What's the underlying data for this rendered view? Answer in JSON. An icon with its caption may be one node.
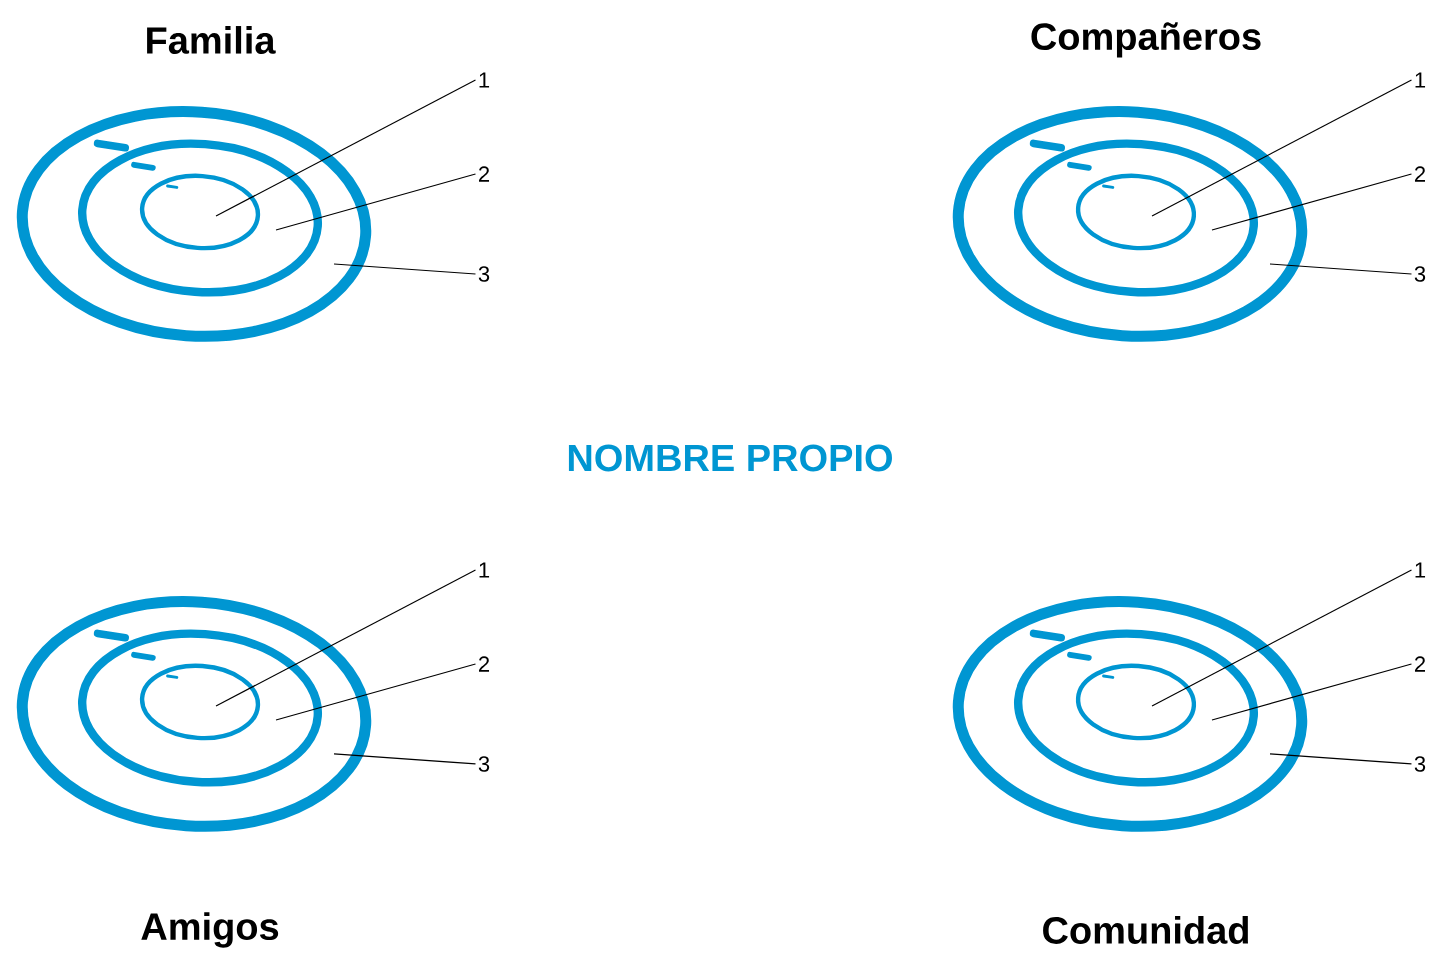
{
  "diagram": {
    "title": "NOMBRE PROPIO",
    "nodes": [
      {
        "text": [
          "Familia"
        ]
      },
      {
        "text": [],
        "shape": "circle",
        "in": 0
      },
      {
        "text": [],
        "shape": "circle",
        "in": 1
      },
      {
        "text": [
          "1"
        ]
      },
      {
        "text": [
          "2"
        ]
      },
      {
        "text": [
          "3"
        ]
      },
      {
        "text": [
          "Compañeros"
        ]
      },
      {
        "text": [],
        "shape": "circle",
        "in": 6
      },
      {
        "text": [],
        "shape": "circle",
        "in": 7
      },
      {
        "text": [
          "1"
        ]
      },
      {
        "text": [
          "2"
        ]
      },
      {
        "text": [
          "3"
        ]
      },
      {
        "text": [
          "Amigos"
        ]
      },
      {
        "text": [],
        "shape": "circle",
        "in": 12
      },
      {
        "text": [],
        "shape": "circle",
        "in": 13
      },
      {
        "text": [
          "1"
        ]
      },
      {
        "text": [
          "2"
        ]
      },
      {
        "text": [
          "3"
        ]
      },
      {
        "text": [
          "Comunidad"
        ]
      },
      {
        "text": [],
        "shape": "circle",
        "in": 18
      },
      {
        "text": [],
        "shape": "circle",
        "in": 19
      },
      {
        "text": [
          "1"
        ]
      },
      {
        "text": [
          "2"
        ]
      },
      {
        "text": [
          "3"
        ]
      }
    ],
    "edges": [
      {
        "from": 3,
        "to": 2,
        "arrow": "none"
      },
      {
        "from": 4,
        "to": 1,
        "arrow": "none"
      },
      {
        "from": 5,
        "to": 0,
        "arrow": "none"
      },
      {
        "from": 9,
        "to": 8,
        "arrow": "none"
      },
      {
        "from": 10,
        "to": 7,
        "arrow": "none"
      },
      {
        "from": 11,
        "to": 6,
        "arrow": "none"
      },
      {
        "from": 15,
        "to": 14,
        "arrow": "none"
      },
      {
        "from": 16,
        "to": 13,
        "arrow": "none"
      },
      {
        "from": 17,
        "to": 12,
        "arrow": "none"
      },
      {
        "from": 21,
        "to": 20,
        "arrow": "none"
      },
      {
        "from": 22,
        "to": 19,
        "arrow": "none"
      },
      {
        "from": 23,
        "to": 18,
        "arrow": "none"
      }
    ]
  }
}
